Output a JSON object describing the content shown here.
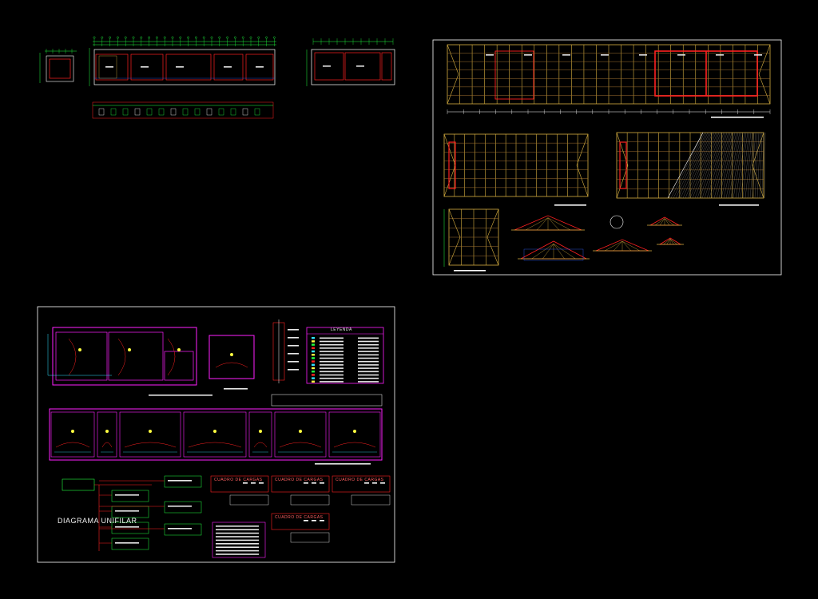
{
  "colors": {
    "background": "#000000",
    "frame": "#ffffff",
    "wall_red": "#ff2020",
    "dim_green": "#20ff40",
    "roof_yellow": "#d8b040",
    "roof_brown": "#a07030",
    "electric_magenta": "#ff20ff",
    "electric_cyan": "#30e0ff",
    "electric_yellow": "#ffff40",
    "white_text": "#e8e8e8",
    "blue_line": "#3060ff"
  },
  "sheets": {
    "electrical": {
      "legend_title": "LEYENDA",
      "unifilar_label": "DIAGRAMA UNIFILAR",
      "board_titles": [
        "CUADRO DE CARGAS",
        "CUADRO DE CARGAS",
        "CUADRO DE CARGAS",
        "CUADRO DE CARGAS"
      ]
    }
  }
}
